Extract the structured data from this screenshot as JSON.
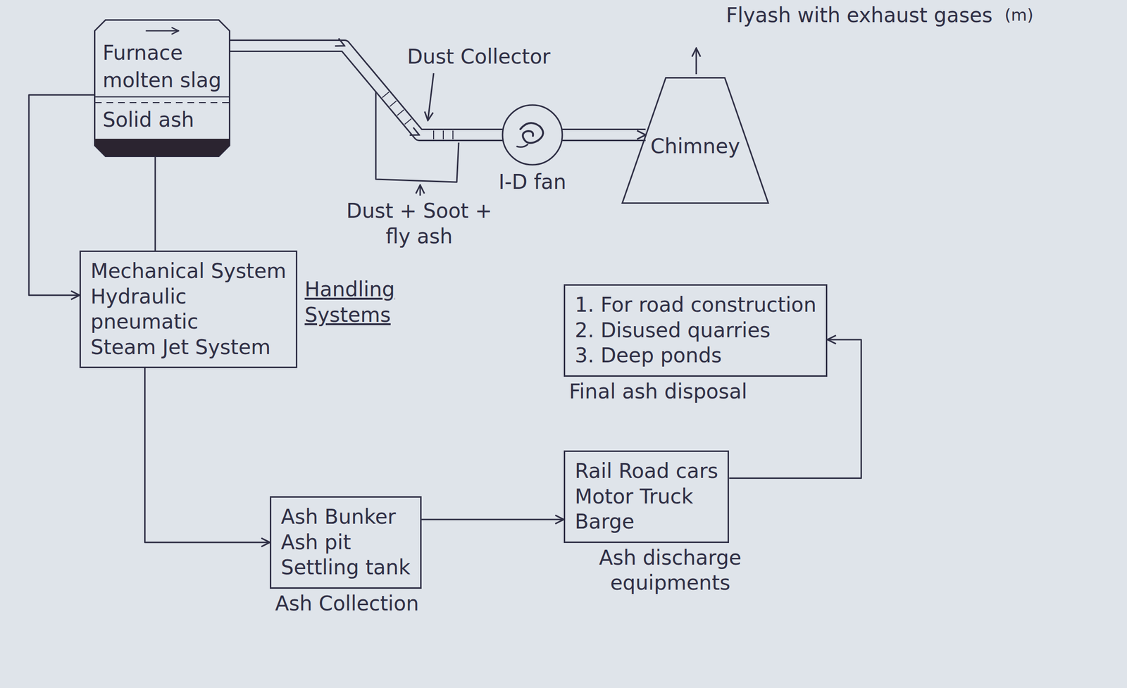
{
  "diagram": {
    "nodes": [
      {
        "text": [
          "Furnace",
          "molten slag",
          "Solid ash"
        ]
      },
      {
        "text": [
          "Chimney"
        ]
      },
      {
        "text": [
          "Mechanical System",
          "Hydraulic",
          "pneumatic",
          "Steam Jet System",
          "Handling Systems"
        ]
      },
      {
        "text": [
          "1. For road construction",
          "2. Disused quarries",
          "3. Deep ponds",
          "Final ash disposal"
        ]
      },
      {
        "text": [
          "Ash Bunker",
          "Ash pit",
          "Settling tank",
          "Ash Collection"
        ]
      },
      {
        "text": [
          "Rail Road cars",
          "Motor Truck",
          "Barge",
          "Ash discharge equipments"
        ]
      }
    ],
    "edges": [
      {
        "from": 0,
        "to": 1,
        "arrow": "to"
      },
      {
        "from": 0,
        "to": 2,
        "arrow": "to"
      },
      {
        "from": 0,
        "to": 2,
        "arrow": "none"
      },
      {
        "from": 2,
        "to": 4,
        "arrow": "to"
      },
      {
        "from": 4,
        "to": 5,
        "arrow": "to"
      },
      {
        "from": 5,
        "to": 3,
        "arrow": "to"
      }
    ],
    "labels": [
      "Flyash with exhaust gases",
      "(m)",
      "Dust Collector",
      "Dust + Soot + fly ash",
      "I-D fan"
    ]
  }
}
